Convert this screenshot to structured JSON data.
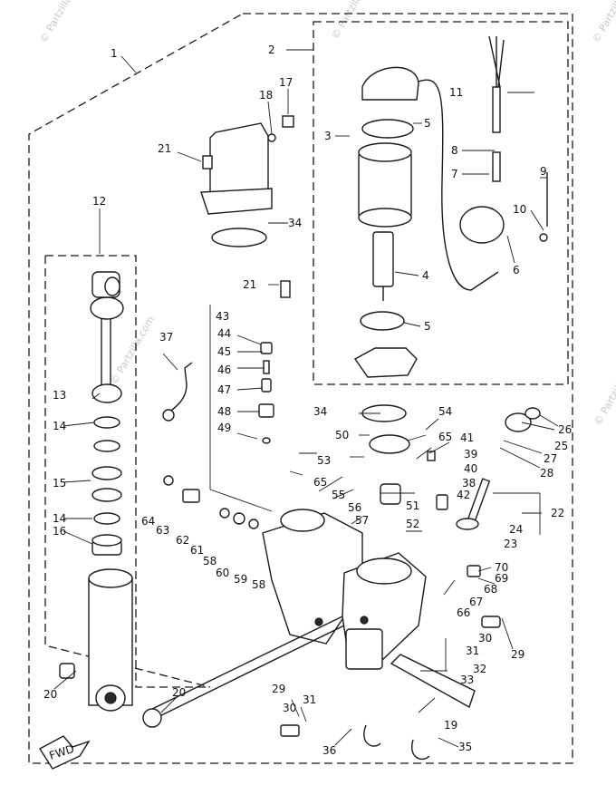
{
  "watermarks": [
    "© Partzilla.com",
    "© Partzilla.com",
    "© Partzilla.com",
    "© Partzilla.com",
    "© Partzilla.com"
  ],
  "fwd_label": "FWD",
  "callouts": [
    {
      "id": "c1",
      "text": "1"
    },
    {
      "id": "c2",
      "text": "2"
    },
    {
      "id": "c3",
      "text": "3"
    },
    {
      "id": "c4",
      "text": "4"
    },
    {
      "id": "c5a",
      "text": "5"
    },
    {
      "id": "c5b",
      "text": "5"
    },
    {
      "id": "c6",
      "text": "6"
    },
    {
      "id": "c7",
      "text": "7"
    },
    {
      "id": "c8",
      "text": "8"
    },
    {
      "id": "c9",
      "text": "9"
    },
    {
      "id": "c10",
      "text": "10"
    },
    {
      "id": "c11",
      "text": "11"
    },
    {
      "id": "c12",
      "text": "12"
    },
    {
      "id": "c13",
      "text": "13"
    },
    {
      "id": "c14a",
      "text": "14"
    },
    {
      "id": "c14b",
      "text": "14"
    },
    {
      "id": "c15",
      "text": "15"
    },
    {
      "id": "c16",
      "text": "16"
    },
    {
      "id": "c17",
      "text": "17"
    },
    {
      "id": "c18",
      "text": "18"
    },
    {
      "id": "c19",
      "text": "19"
    },
    {
      "id": "c20a",
      "text": "20"
    },
    {
      "id": "c20b",
      "text": "20"
    },
    {
      "id": "c21a",
      "text": "21"
    },
    {
      "id": "c21b",
      "text": "21"
    },
    {
      "id": "c22",
      "text": "22"
    },
    {
      "id": "c23",
      "text": "23"
    },
    {
      "id": "c24",
      "text": "24"
    },
    {
      "id": "c25",
      "text": "25"
    },
    {
      "id": "c26",
      "text": "26"
    },
    {
      "id": "c27",
      "text": "27"
    },
    {
      "id": "c28",
      "text": "28"
    },
    {
      "id": "c29a",
      "text": "29"
    },
    {
      "id": "c29b",
      "text": "29"
    },
    {
      "id": "c30a",
      "text": "30"
    },
    {
      "id": "c30b",
      "text": "30"
    },
    {
      "id": "c31a",
      "text": "31"
    },
    {
      "id": "c31b",
      "text": "31"
    },
    {
      "id": "c32",
      "text": "32"
    },
    {
      "id": "c33",
      "text": "33"
    },
    {
      "id": "c34a",
      "text": "34"
    },
    {
      "id": "c34b",
      "text": "34"
    },
    {
      "id": "c35",
      "text": "35"
    },
    {
      "id": "c36",
      "text": "36"
    },
    {
      "id": "c37",
      "text": "37"
    },
    {
      "id": "c38",
      "text": "38"
    },
    {
      "id": "c39",
      "text": "39"
    },
    {
      "id": "c40",
      "text": "40"
    },
    {
      "id": "c41",
      "text": "41"
    },
    {
      "id": "c42",
      "text": "42"
    },
    {
      "id": "c43",
      "text": "43"
    },
    {
      "id": "c44",
      "text": "44"
    },
    {
      "id": "c45",
      "text": "45"
    },
    {
      "id": "c46",
      "text": "46"
    },
    {
      "id": "c47",
      "text": "47"
    },
    {
      "id": "c48",
      "text": "48"
    },
    {
      "id": "c49",
      "text": "49"
    },
    {
      "id": "c50",
      "text": "50"
    },
    {
      "id": "c51",
      "text": "51"
    },
    {
      "id": "c52",
      "text": "52"
    },
    {
      "id": "c53",
      "text": "53"
    },
    {
      "id": "c54",
      "text": "54"
    },
    {
      "id": "c55",
      "text": "55"
    },
    {
      "id": "c56",
      "text": "56"
    },
    {
      "id": "c57",
      "text": "57"
    },
    {
      "id": "c58a",
      "text": "58"
    },
    {
      "id": "c58b",
      "text": "58"
    },
    {
      "id": "c59",
      "text": "59"
    },
    {
      "id": "c60",
      "text": "60"
    },
    {
      "id": "c61",
      "text": "61"
    },
    {
      "id": "c62",
      "text": "62"
    },
    {
      "id": "c63",
      "text": "63"
    },
    {
      "id": "c64",
      "text": "64"
    },
    {
      "id": "c65a",
      "text": "65"
    },
    {
      "id": "c65b",
      "text": "65"
    },
    {
      "id": "c66",
      "text": "66"
    },
    {
      "id": "c67",
      "text": "67"
    },
    {
      "id": "c68",
      "text": "68"
    },
    {
      "id": "c69",
      "text": "69"
    },
    {
      "id": "c70",
      "text": "70"
    }
  ]
}
